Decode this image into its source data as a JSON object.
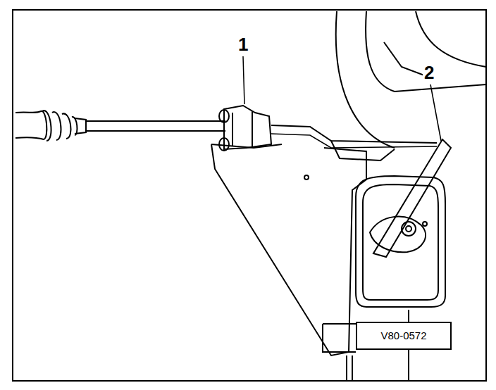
{
  "diagram": {
    "nodes": [
      {
        "text": [
          "V80-0572"
        ]
      }
    ],
    "labels": [
      "1",
      "2"
    ]
  }
}
